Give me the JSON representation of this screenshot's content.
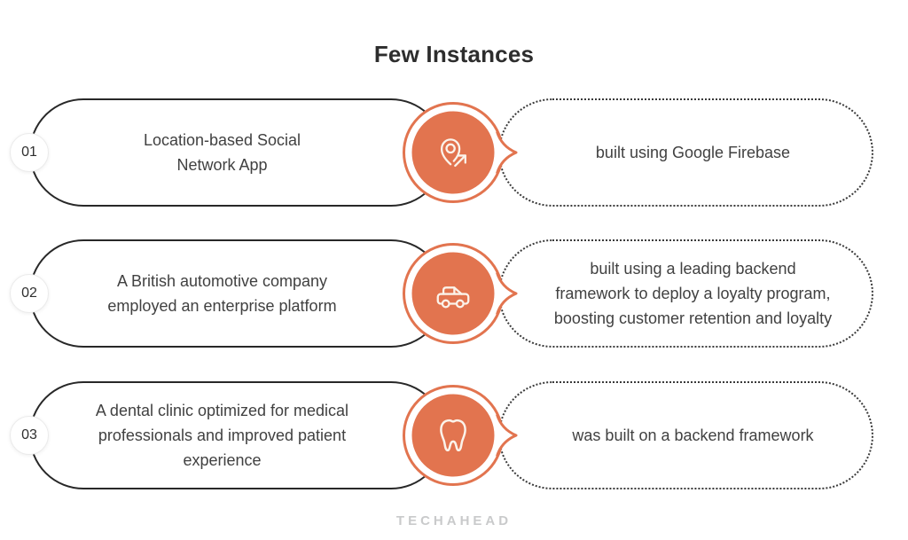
{
  "title": "Few Instances",
  "rows": [
    {
      "number": "01",
      "icon": "location-share-icon",
      "left_lines": [
        "Location-based Social",
        "Network App"
      ],
      "right_lines": [
        "built using Google Firebase"
      ]
    },
    {
      "number": "02",
      "icon": "car-icon",
      "left_lines": [
        "A British automotive company",
        "employed an enterprise platform"
      ],
      "right_lines": [
        "built using a leading backend",
        "framework to deploy a loyalty program,",
        "boosting customer retention and loyalty"
      ]
    },
    {
      "number": "03",
      "icon": "tooth-icon",
      "left_lines": [
        "A dental clinic optimized for medical",
        "professionals and improved patient",
        "experience"
      ],
      "right_lines": [
        "was built on a backend framework"
      ]
    }
  ],
  "footer": {
    "brand": "TECHAHEAD"
  },
  "colors": {
    "accent": "#E2744F",
    "pill_outline": "#282828",
    "dotted_outline": "#3A3A3A",
    "text": "#414141",
    "badge_border": "#EBEBEB",
    "brand_gray": "#C9CACB",
    "icon_stroke": "#FBF3EA"
  }
}
